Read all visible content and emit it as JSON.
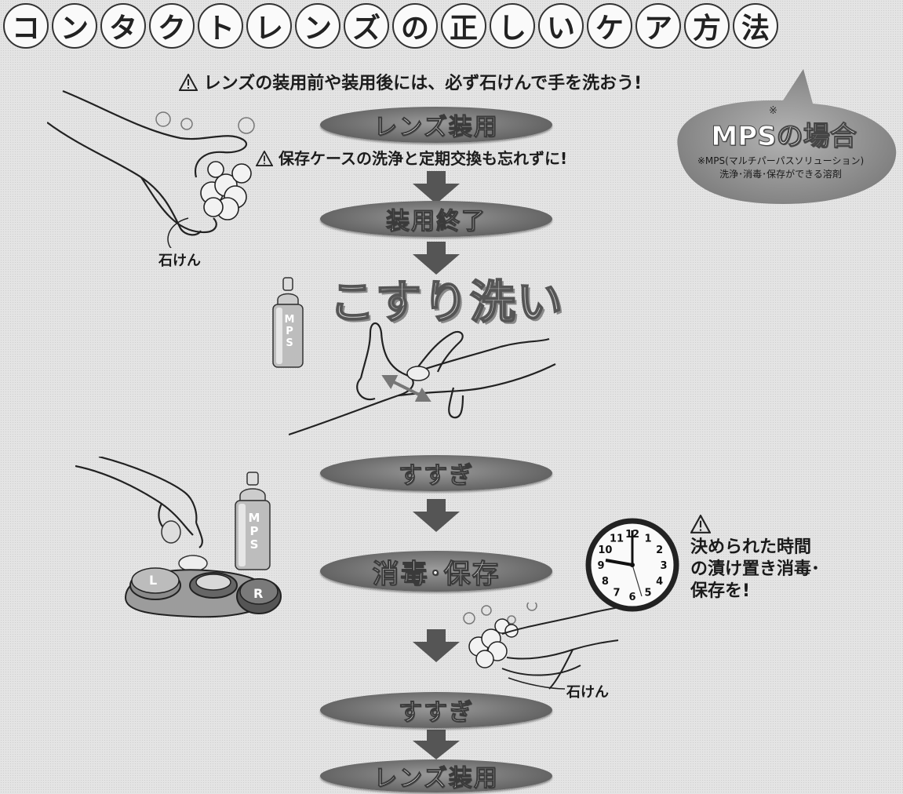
{
  "title_chars": [
    "コ",
    "ン",
    "タ",
    "ク",
    "ト",
    "レ",
    "ン",
    "ズ",
    "の",
    "正",
    "し",
    "い",
    "ケ",
    "ア",
    "方",
    "法"
  ],
  "warnings": {
    "wash_hands": "レンズの装用前や装用後には、必ず石けんで手を洗おう!",
    "case_care": "保存ケースの洗浄と定期交換も忘れずに!"
  },
  "mps_bubble": {
    "title": "MPSの場合",
    "star": "※",
    "note_line1": "※MPS(マルチパーパスソリューション)",
    "note_line2": "洗浄･消毒･保存ができる溶剤"
  },
  "steps": {
    "step1": "レンズ装用",
    "step2": "装用終了",
    "step3": "こすり洗い",
    "step4": "すすぎ",
    "step5": "消毒･保存",
    "step6": "すすぎ",
    "step7": "レンズ装用"
  },
  "labels": {
    "soap1": "石けん",
    "soap2": "石けん",
    "bottle1": "MPS",
    "bottle2": "MPS",
    "case_left": "L",
    "case_right": "R"
  },
  "clock_note": {
    "line1": "決められた時間",
    "line2": "の漬け置き消毒･",
    "line3": "保存を!"
  },
  "clock_numbers": [
    "12",
    "1",
    "2",
    "3",
    "4",
    "5",
    "6",
    "7",
    "8",
    "9",
    "10",
    "11"
  ],
  "icons": {
    "warning": "warning-triangle-icon",
    "arrow": "down-arrow-icon"
  }
}
